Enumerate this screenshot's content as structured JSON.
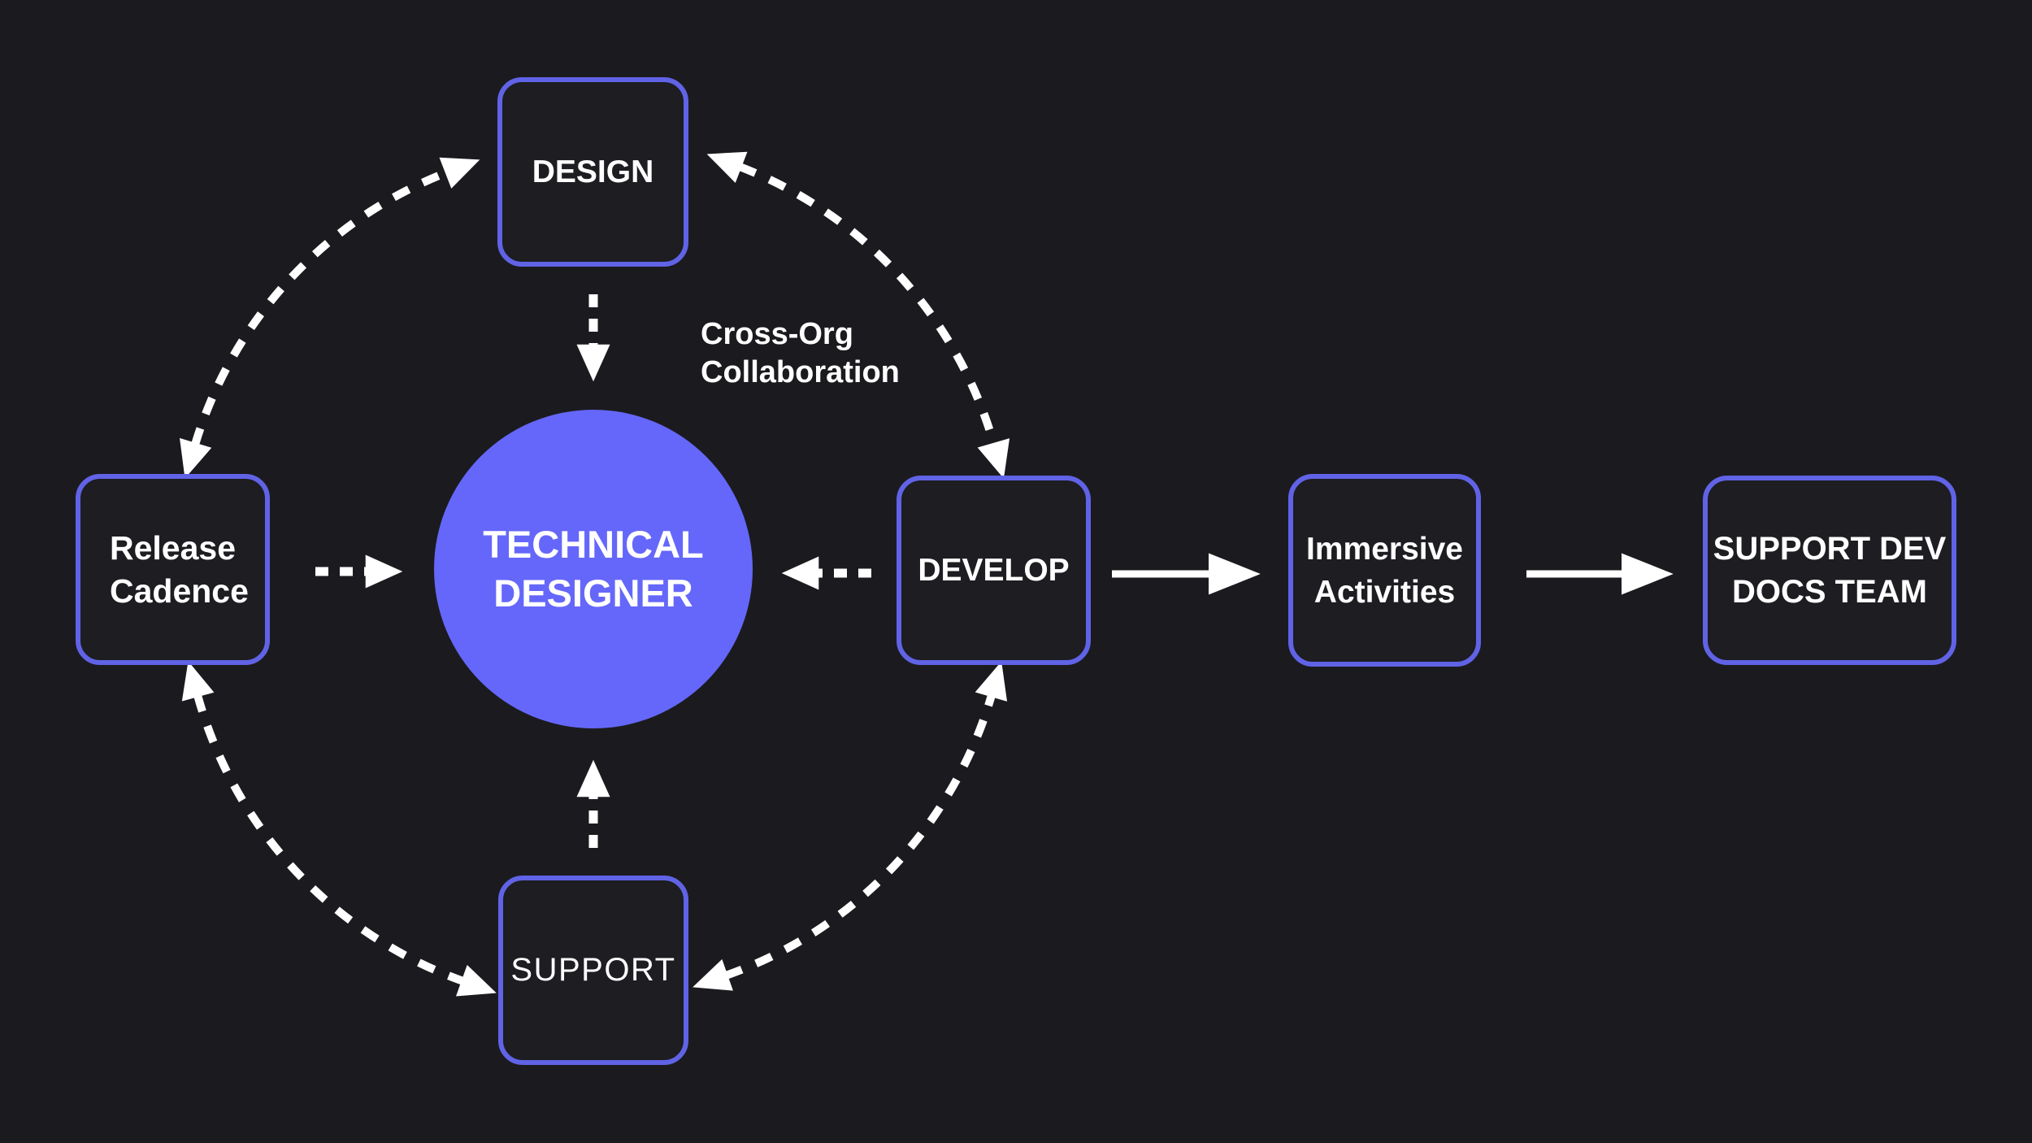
{
  "colors": {
    "background": "#1b1b1f",
    "node_border": "#6163e6",
    "node_fill": "#1d1d22",
    "center_circle": "#6567fa",
    "arrow": "#ffffff",
    "text": "#ffffff"
  },
  "center_circle": {
    "line1": "TECHNICAL",
    "line2": "DESIGNER"
  },
  "nodes": {
    "design": {
      "label": "DESIGN"
    },
    "release_cadence": {
      "line1": "Release",
      "line2": "Cadence"
    },
    "develop": {
      "label": "DEVELOP"
    },
    "support": {
      "label": "SUPPORT"
    },
    "immersive_activities": {
      "line1": "Immersive",
      "line2": "Activities"
    },
    "support_dev_docs_team": {
      "line1": "SUPPORT DEV",
      "line2": "DOCS TEAM"
    }
  },
  "annotation": {
    "line1": "Cross-Org",
    "line2": "Collaboration"
  }
}
